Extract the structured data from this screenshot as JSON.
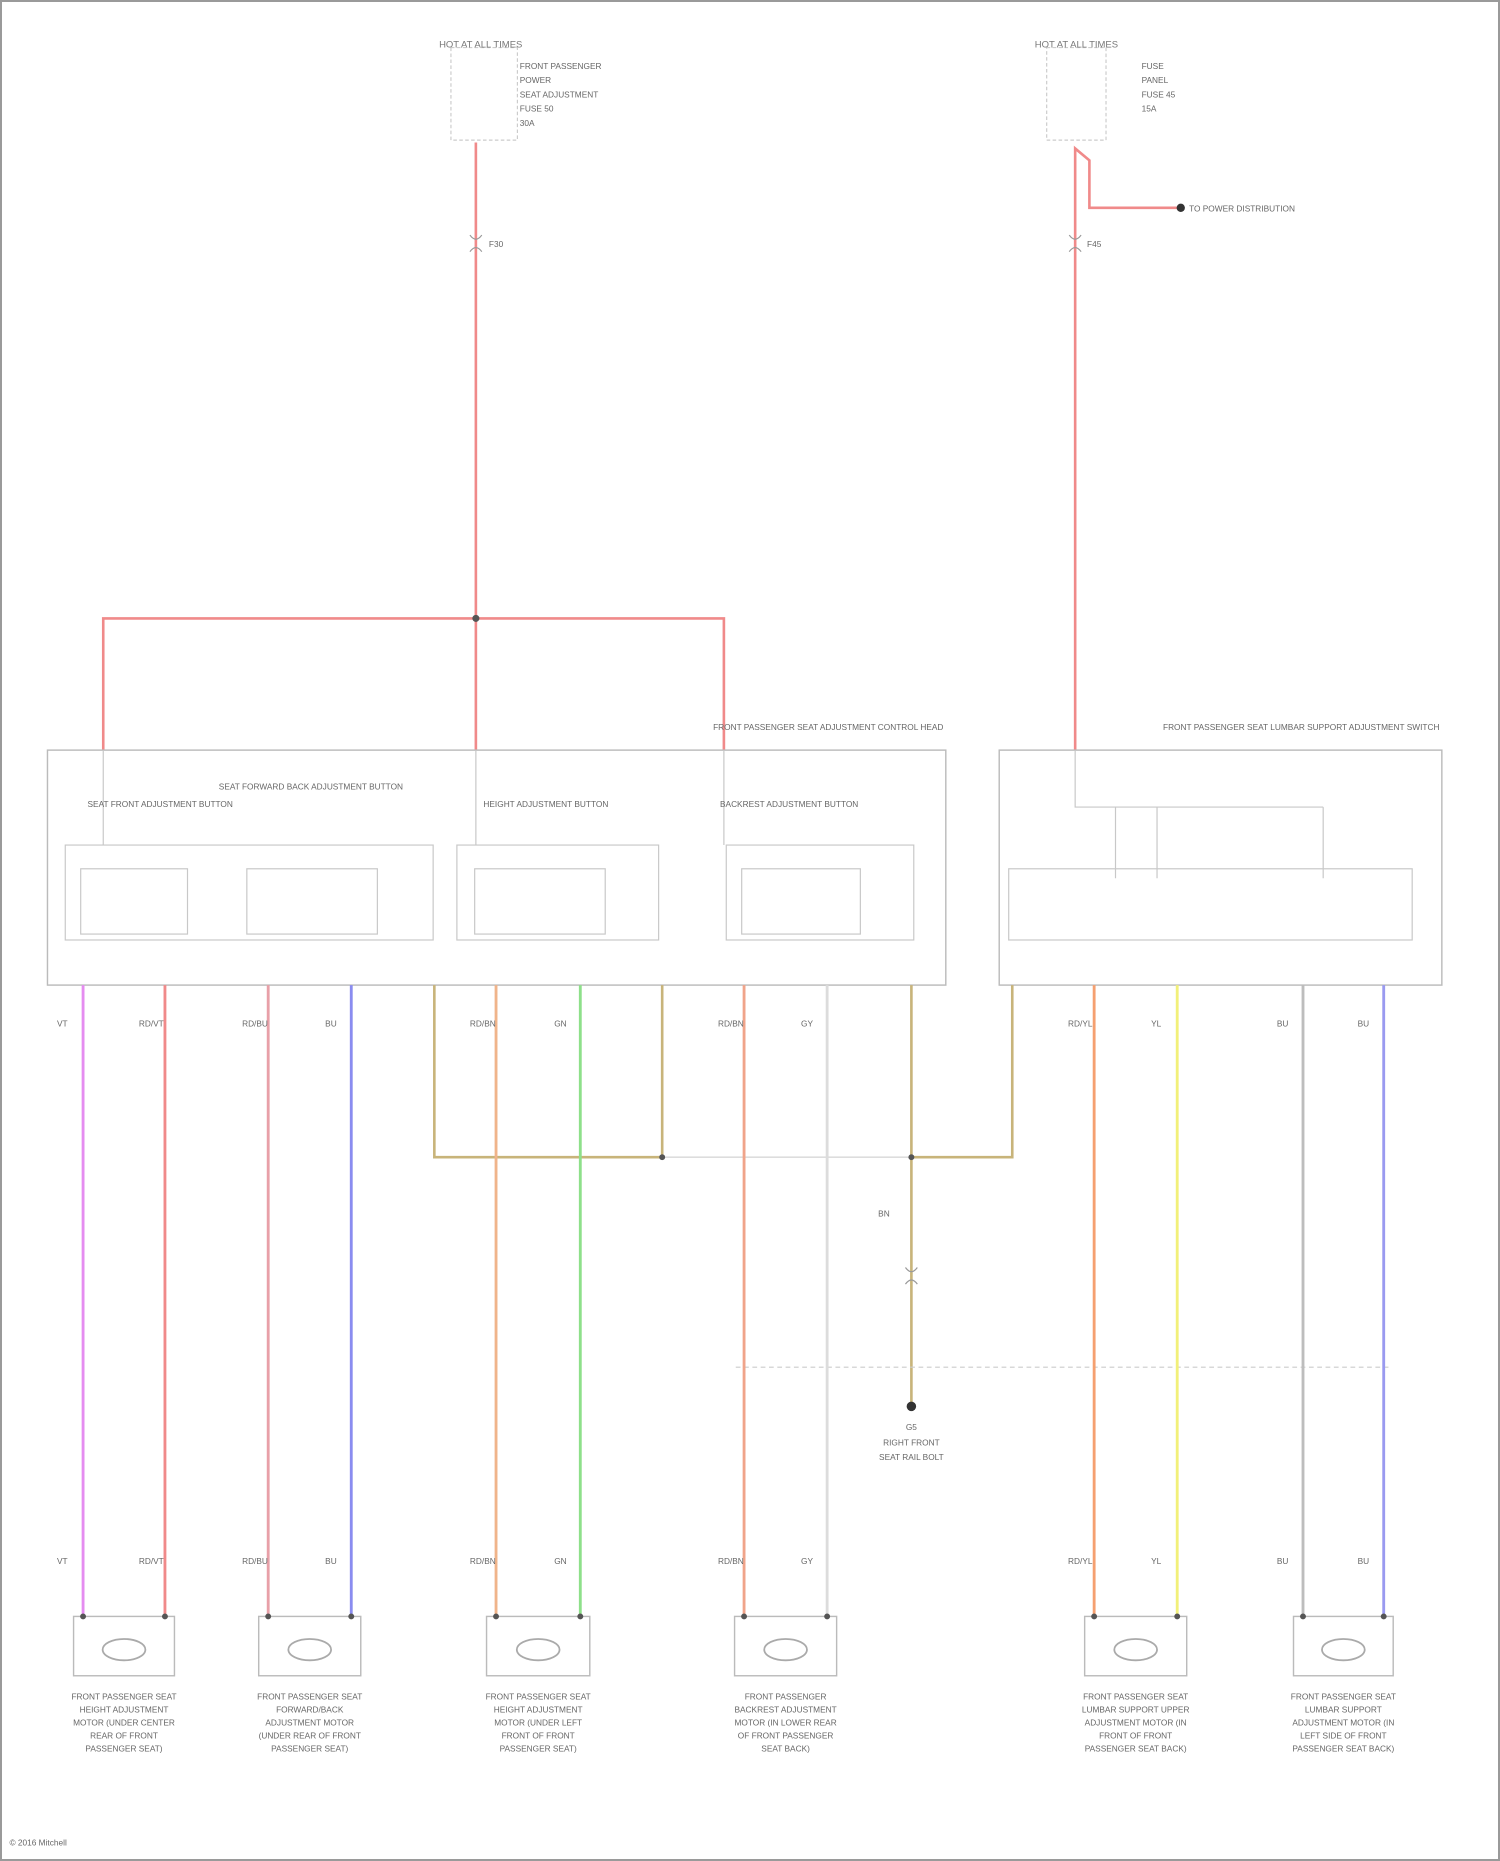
{
  "power_sources": [
    {
      "header": "HOT AT ALL TIMES",
      "notes": [
        "FRONT PASSENGER",
        "POWER",
        "SEAT ADJUSTMENT",
        "FUSE 50",
        "30A"
      ],
      "fuse": "F30",
      "branch_label": ""
    },
    {
      "header": "HOT AT ALL TIMES",
      "notes": [
        "FUSE",
        "PANEL",
        "FUSE 45",
        "15A"
      ],
      "fuse": "F45",
      "branch_label": "TO POWER DISTRIBUTION"
    }
  ],
  "modules": [
    {
      "title": "FRONT PASSENGER SEAT ADJUSTMENT CONTROL HEAD",
      "switches": [
        "SEAT FRONT ADJUSTMENT BUTTON",
        "SEAT FORWARD BACK ADJUSTMENT BUTTON",
        "HEIGHT ADJUSTMENT BUTTON",
        "BACKREST ADJUSTMENT BUTTON"
      ]
    },
    {
      "title": "FRONT PASSENGER SEAT LUMBAR SUPPORT ADJUSTMENT SWITCH",
      "switches": []
    }
  ],
  "wires": [
    {
      "color": "#e58cf0",
      "label": "VT"
    },
    {
      "color": "#f08a8a",
      "label": "RD/VT"
    },
    {
      "color": "#e8a0a8",
      "label": "RD/BU"
    },
    {
      "color": "#8a8cf0",
      "label": "BU"
    },
    {
      "color": "#f0b48a",
      "label": "RD/BN"
    },
    {
      "color": "#8ee08a",
      "label": "GN"
    },
    {
      "color": "#f0a48a",
      "label": "RD/BN"
    },
    {
      "color": "#dcdcdc",
      "label": "GY"
    },
    {
      "color": "#f5a070",
      "label": "RD/YL"
    },
    {
      "color": "#f2f07a",
      "label": "YL"
    },
    {
      "color": "#bdbdbd",
      "label": "BU"
    },
    {
      "color": "#9a9af0",
      "label": "BU"
    }
  ],
  "ground": {
    "label": "G5",
    "desc": [
      "RIGHT FRONT",
      "SEAT RAIL BOLT"
    ],
    "wire_label": "BN"
  },
  "motors": [
    {
      "name": "FRONT PASSENGER SEAT HEIGHT ADJUSTMENT MOTOR (UNDER CENTER REAR OF FRONT PASSENGER SEAT)"
    },
    {
      "name": "FRONT PASSENGER SEAT FORWARD/BACK ADJUSTMENT MOTOR (UNDER REAR OF FRONT PASSENGER SEAT)"
    },
    {
      "name": "FRONT PASSENGER SEAT HEIGHT ADJUSTMENT MOTOR (UNDER LEFT FRONT OF FRONT PASSENGER SEAT)"
    },
    {
      "name": "FRONT PASSENGER BACKREST ADJUSTMENT MOTOR (IN LOWER REAR OF FRONT PASSENGER SEAT BACK)"
    },
    {
      "name": "FRONT PASSENGER SEAT LUMBAR SUPPORT UPPER ADJUSTMENT MOTOR (IN FRONT OF FRONT PASSENGER SEAT BACK)"
    },
    {
      "name": "FRONT PASSENGER SEAT LUMBAR SUPPORT ADJUSTMENT MOTOR (IN LEFT SIDE OF FRONT PASSENGER SEAT BACK)"
    }
  ],
  "footer": "© 2016 Mitchell"
}
